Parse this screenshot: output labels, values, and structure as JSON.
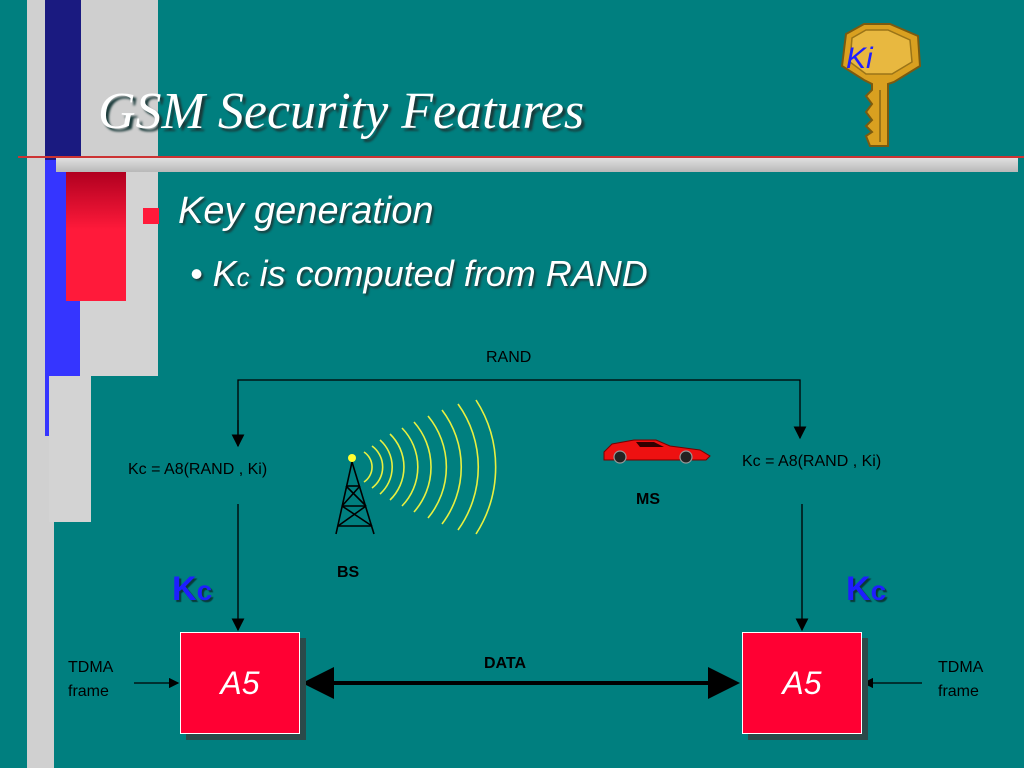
{
  "slide": {
    "title": "GSM Security Features",
    "bullet1": "Key generation",
    "bullet2_k": "K",
    "bullet2_sub": "c",
    "bullet2_rest": " is computed from RAND"
  },
  "key_icon": {
    "label": "Ki"
  },
  "diagram": {
    "rand_label": "RAND",
    "left_formula": "Kc = A8(RAND , Ki)",
    "right_formula": "Kc = A8(RAND , Ki)",
    "bs_label": "BS",
    "ms_label": "MS",
    "kc_main": "K",
    "kc_sub": "c",
    "left_a5": "A5",
    "right_a5": "A5",
    "data_label": "DATA",
    "tdma_left_1": "TDMA",
    "tdma_left_2": "frame",
    "tdma_right_1": "TDMA",
    "tdma_right_2": "frame"
  },
  "colors": {
    "background": "#007f7f",
    "accent_red": "#ff0033",
    "kc_blue": "#1e1eff",
    "signal_yellow": "#e8f040"
  }
}
